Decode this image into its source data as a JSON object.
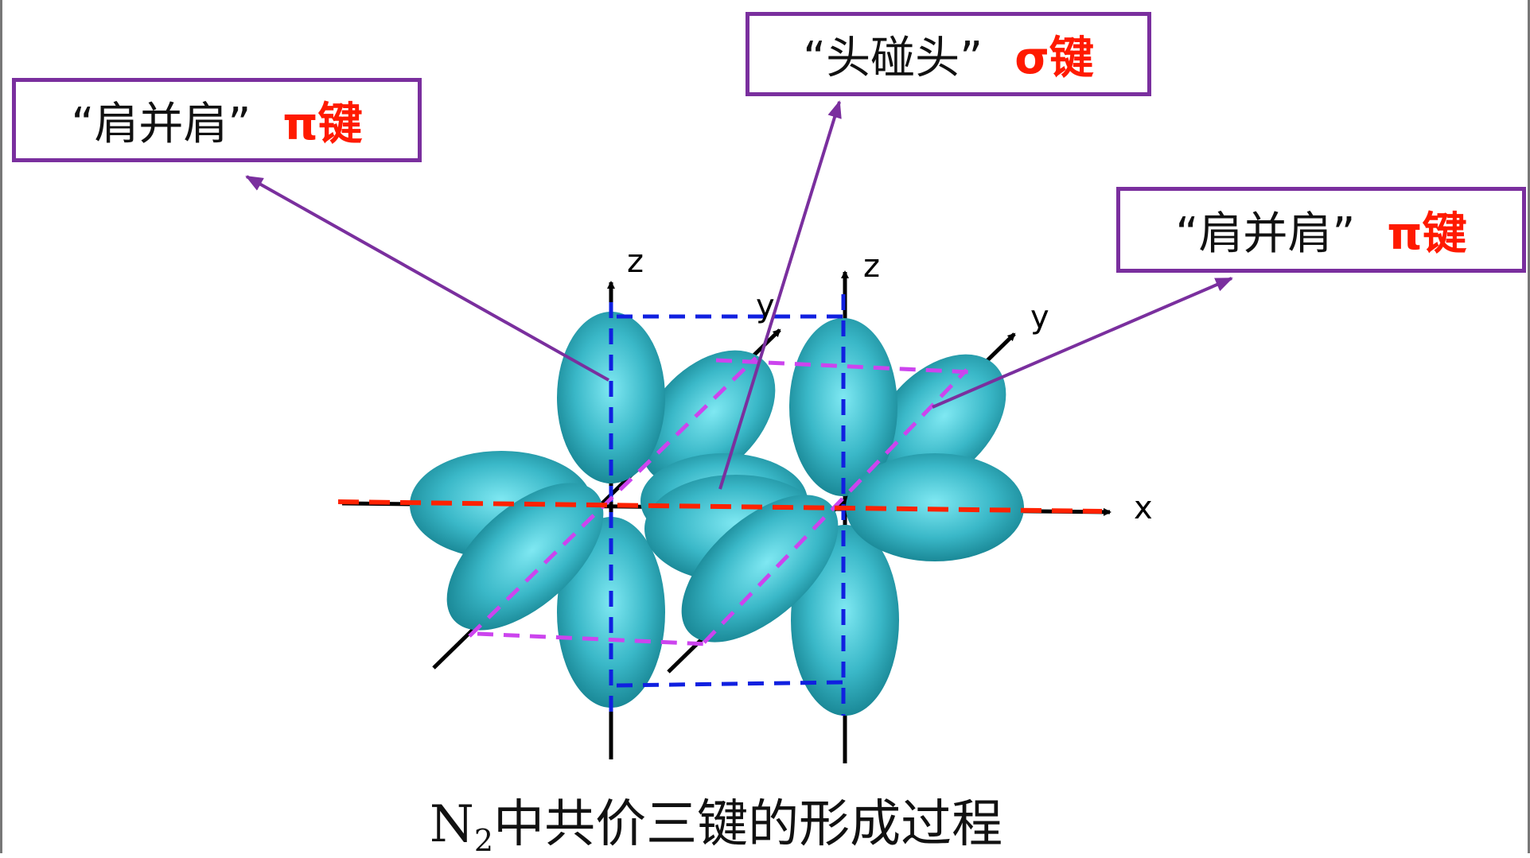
{
  "callouts": {
    "pi_left": {
      "text": "“肩并肩”",
      "bond": "π键"
    },
    "sigma": {
      "text": "“头碰头”",
      "bond": "σ键"
    },
    "pi_right": {
      "text": "“肩并肩”",
      "bond": "π键"
    }
  },
  "axes": {
    "z_left": "z",
    "z_right": "z",
    "y_left": "y",
    "y_right": "y",
    "x": "x"
  },
  "caption": {
    "symbol": "N",
    "subscript": "2",
    "text": "中共价三键的形成过程"
  },
  "colors": {
    "orbital": "#3ab8c8",
    "orbital_dark": "#137e8c",
    "callout_border": "#7a2f9e",
    "bond_label": "#ff1a00",
    "x_axis_dash": "#ff2200",
    "z_axis_dash": "#1020e0",
    "y_axis_dash": "#cc44ee"
  }
}
